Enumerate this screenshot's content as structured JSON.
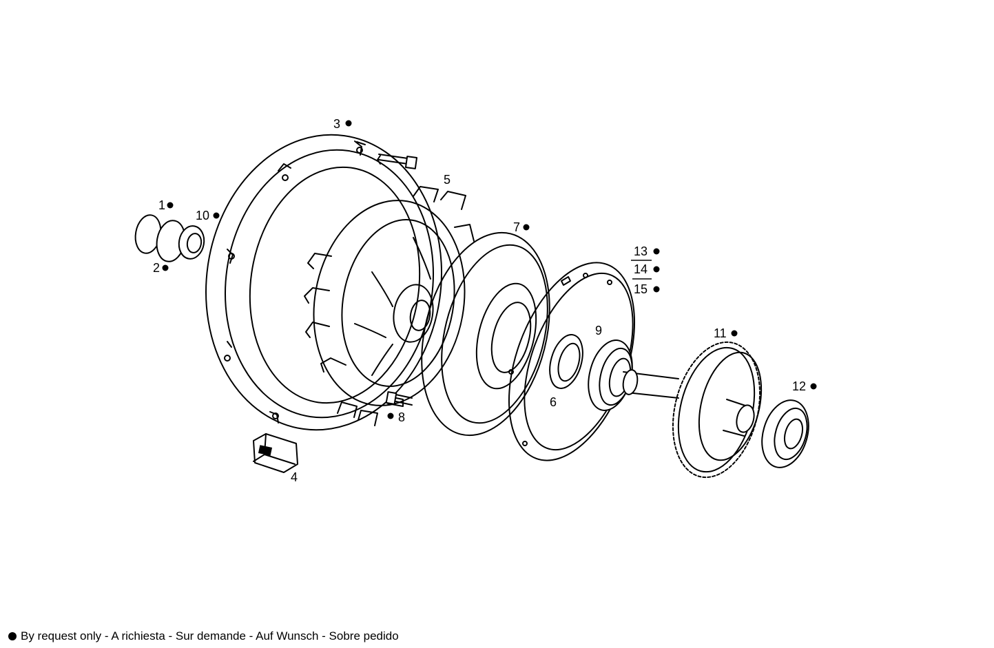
{
  "parts": [
    {
      "id": "p1",
      "number": "1",
      "on_request": true
    },
    {
      "id": "p2",
      "number": "2",
      "on_request": true
    },
    {
      "id": "p3",
      "number": "3",
      "on_request": true
    },
    {
      "id": "p4",
      "number": "4",
      "on_request": false
    },
    {
      "id": "p5",
      "number": "5",
      "on_request": false
    },
    {
      "id": "p6",
      "number": "6",
      "on_request": false
    },
    {
      "id": "p7",
      "number": "7",
      "on_request": true
    },
    {
      "id": "p8",
      "number": "8",
      "on_request": true
    },
    {
      "id": "p9",
      "number": "9",
      "on_request": false
    },
    {
      "id": "p10",
      "number": "10",
      "on_request": true
    },
    {
      "id": "p11",
      "number": "11",
      "on_request": true
    },
    {
      "id": "p12",
      "number": "12",
      "on_request": true
    },
    {
      "id": "p13",
      "number": "13",
      "on_request": true
    },
    {
      "id": "p14",
      "number": "14",
      "on_request": true
    },
    {
      "id": "p15",
      "number": "15",
      "on_request": true
    }
  ],
  "footer": {
    "note": "By request only - A richiesta - Sur demande - Auf Wunsch - Sobre pedido"
  },
  "colors": {
    "line": "#000000",
    "background": "#ffffff"
  }
}
